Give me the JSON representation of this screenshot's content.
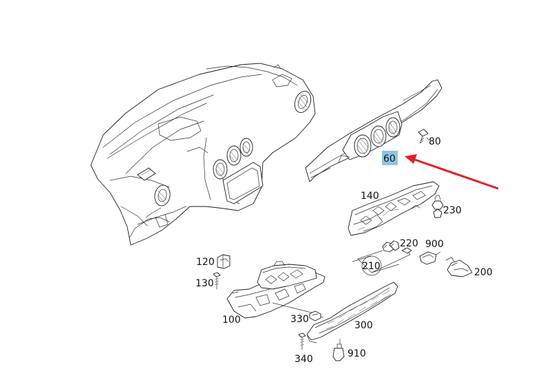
{
  "labels": {
    "p60": "60",
    "p80": "80",
    "p100": "100",
    "p120": "120",
    "p130": "130",
    "p140": "140",
    "p200": "200",
    "p210": "210",
    "p220": "220",
    "p230": "230",
    "p300": "300",
    "p330": "330",
    "p340": "340",
    "p900": "900",
    "p910": "910"
  },
  "colors": {
    "highlight": "#8fc4e8",
    "arrow": "#e31e24",
    "line": "#1a1a1a"
  }
}
